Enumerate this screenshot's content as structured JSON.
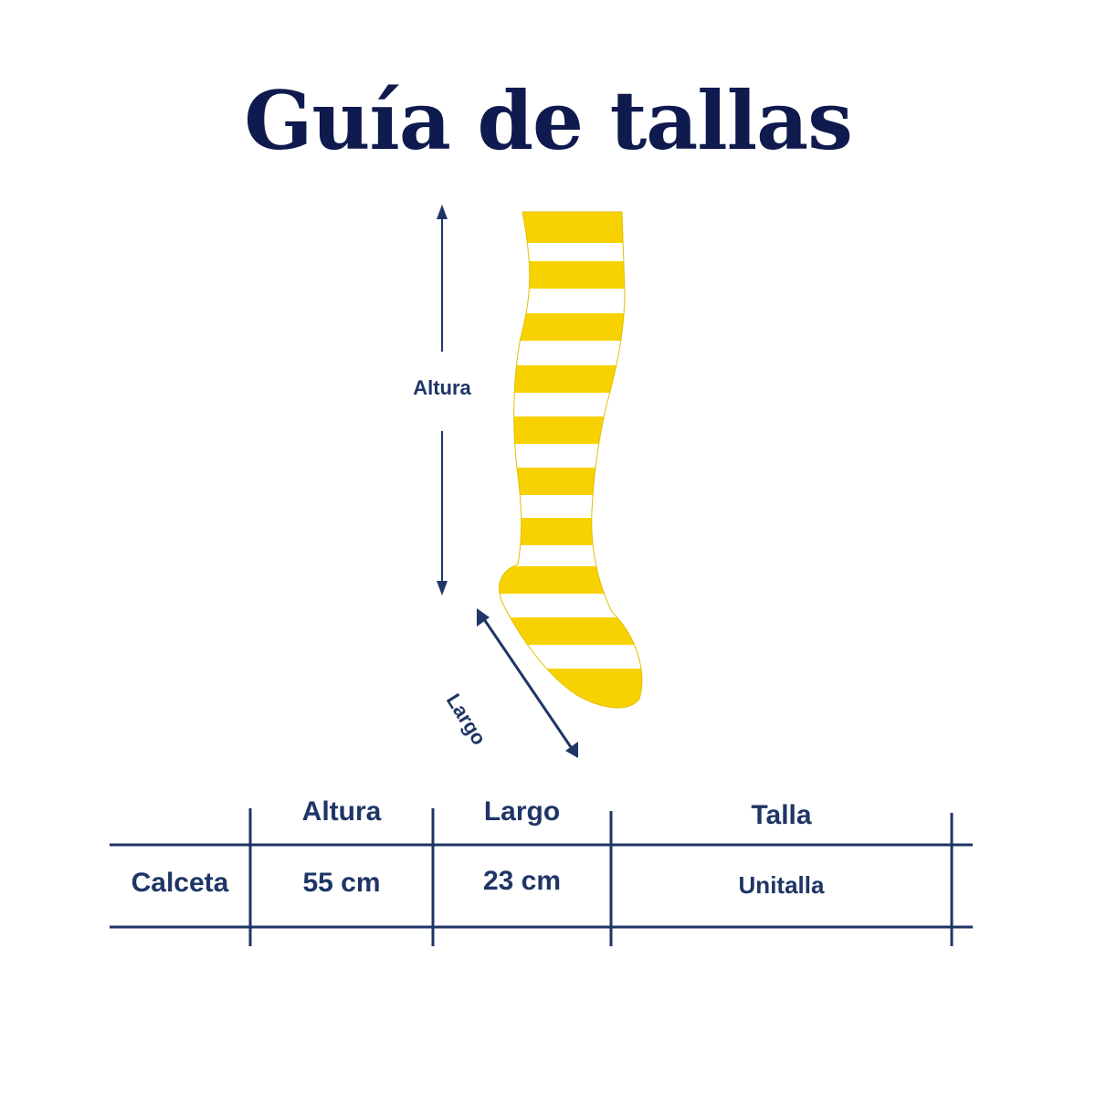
{
  "title": "Guía de tallas",
  "diagram": {
    "height_label": "Altura",
    "length_label": "Largo",
    "sock_colors": {
      "stripe": "#f7d200",
      "base": "#ffffff",
      "ink": "#1e3566"
    }
  },
  "size_table": {
    "headers": [
      "Altura",
      "Largo",
      "Talla"
    ],
    "rows": [
      {
        "name": "Calceta",
        "values": [
          "55 cm",
          "23 cm",
          "Unitalla"
        ]
      }
    ]
  }
}
